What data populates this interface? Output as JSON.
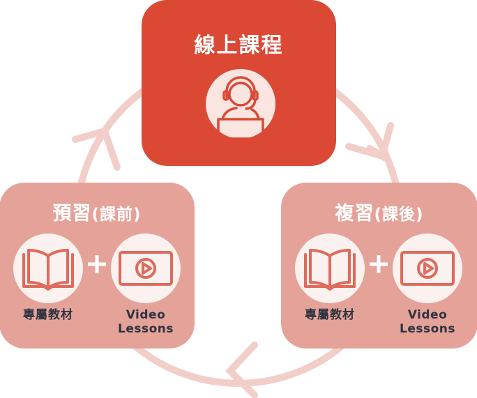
{
  "diagram": {
    "type": "cycle",
    "colors": {
      "primary": "#DB4935",
      "secondary": "#E5A299",
      "ring": "#F2CEC9",
      "icon_bg": "#FBF1EF",
      "icon_stroke": "#E06A5C",
      "label_text": "#2E3440"
    },
    "top": {
      "title": "線上課程",
      "icon": "headset-agent-icon"
    },
    "left": {
      "title_main": "預習",
      "title_paren": "(課前)",
      "items": [
        {
          "icon": "book-icon",
          "label": "專屬教材"
        },
        {
          "icon": "video-play-icon",
          "label_line1": "Video",
          "label_line2": "Lessons"
        }
      ],
      "connector": "+"
    },
    "right": {
      "title_main": "複習",
      "title_paren": "(課後)",
      "items": [
        {
          "icon": "book-icon",
          "label": "專屬教材"
        },
        {
          "icon": "video-play-icon",
          "label_line1": "Video",
          "label_line2": "Lessons"
        }
      ],
      "connector": "+"
    },
    "flow": [
      "預習(課前)",
      "線上課程",
      "複習(課後)",
      "預習(課前)"
    ]
  }
}
